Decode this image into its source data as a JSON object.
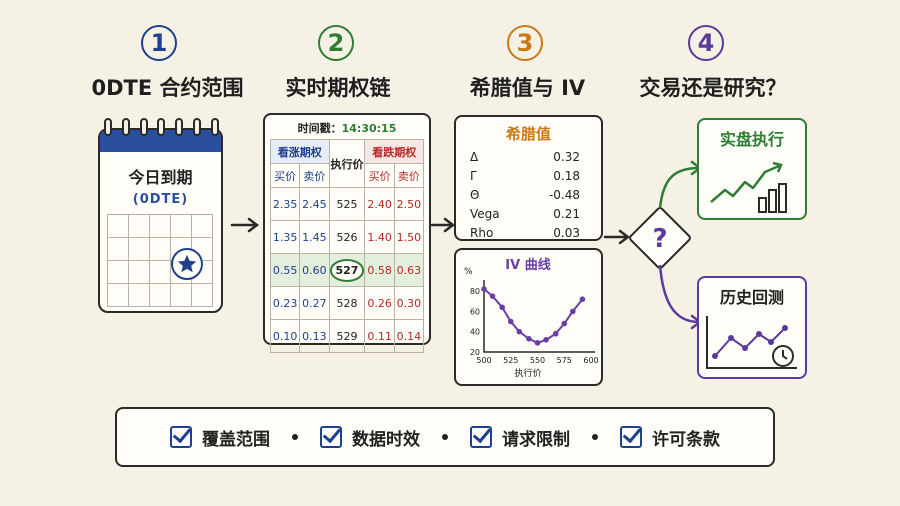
{
  "steps": [
    {
      "number": "1",
      "title": "0DTE 合约范围",
      "color": "#1f3f8f"
    },
    {
      "number": "2",
      "title": "实时期权链",
      "color": "#2e7d32"
    },
    {
      "number": "3",
      "title": "希腊值与 IV",
      "color": "#c97a14"
    },
    {
      "number": "4",
      "title": "交易还是研究？",
      "color": "#5b3a9b"
    }
  ],
  "calendar": {
    "title": "今日到期",
    "subtitle": "(0DTE)",
    "star_icon": "star-icon"
  },
  "chain": {
    "timestamp_label": "时间戳：",
    "timestamp_value": "14:30:15",
    "calls_header": "看涨期权",
    "puts_header": "看跌期权",
    "strike_header": "执行价",
    "bid": "买价",
    "ask": "卖价",
    "rows": [
      {
        "call_bid": "2.35",
        "call_ask": "2.45",
        "strike": "525",
        "put_bid": "2.40",
        "put_ask": "2.50"
      },
      {
        "call_bid": "1.35",
        "call_ask": "1.45",
        "strike": "526",
        "put_bid": "1.40",
        "put_ask": "1.50"
      },
      {
        "call_bid": "0.55",
        "call_ask": "0.60",
        "strike": "527",
        "put_bid": "0.58",
        "put_ask": "0.63"
      },
      {
        "call_bid": "0.23",
        "call_ask": "0.27",
        "strike": "528",
        "put_bid": "0.26",
        "put_ask": "0.30"
      },
      {
        "call_bid": "0.10",
        "call_ask": "0.13",
        "strike": "529",
        "put_bid": "0.11",
        "put_ask": "0.14"
      }
    ]
  },
  "greeks": {
    "title": "希腊值",
    "items": [
      {
        "name": "Δ",
        "value": "0.32"
      },
      {
        "name": "Γ",
        "value": "0.18"
      },
      {
        "name": "Θ",
        "value": "-0.48"
      },
      {
        "name": "Vega",
        "value": "0.21"
      },
      {
        "name": "Rho",
        "value": "0.03"
      }
    ]
  },
  "chart_data": {
    "type": "line",
    "title": "IV 曲线",
    "xlabel": "执行价",
    "ylabel": "%",
    "x_ticks": [
      "500",
      "525",
      "550",
      "575",
      "600"
    ],
    "y_ticks": [
      "20",
      "40",
      "60",
      "80"
    ],
    "xlim": [
      500,
      600
    ],
    "ylim": [
      20,
      85
    ],
    "x": [
      500,
      508,
      517,
      525,
      533,
      542,
      550,
      558,
      567,
      575,
      583,
      592
    ],
    "values": [
      82,
      75,
      64,
      50,
      40,
      33,
      29,
      32,
      38,
      48,
      60,
      72
    ],
    "color": "#6a3fa3"
  },
  "decision": {
    "symbol": "?"
  },
  "outcomes": {
    "live": {
      "title": "实盘执行",
      "color": "#2e7d32"
    },
    "backtest": {
      "title": "历史回测",
      "color": "#5b3a9b"
    }
  },
  "checklist": [
    "覆盖范围",
    "数据时效",
    "请求限制",
    "许可条款"
  ]
}
